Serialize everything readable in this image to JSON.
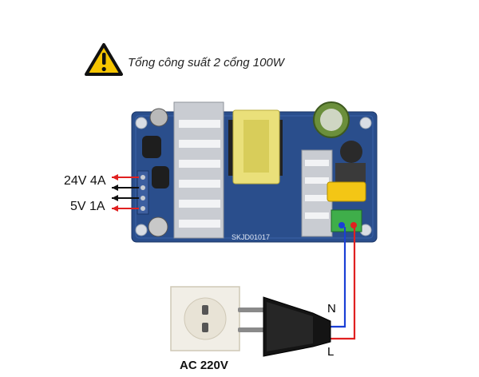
{
  "notice": {
    "icon": "warning-triangle-icon",
    "text": "Tổng công suất 2 cổng 100W"
  },
  "outputs": [
    {
      "label": "24V 4A"
    },
    {
      "label": "5V 1A"
    }
  ],
  "board": {
    "silkscreen": "SKJD01017",
    "color": "#2a4e8c"
  },
  "input": {
    "neutral_label": "N",
    "live_label": "L",
    "source_label": "AC 220V",
    "neutral_wire_color": "#1a3fd6",
    "live_wire_color": "#e02020"
  }
}
